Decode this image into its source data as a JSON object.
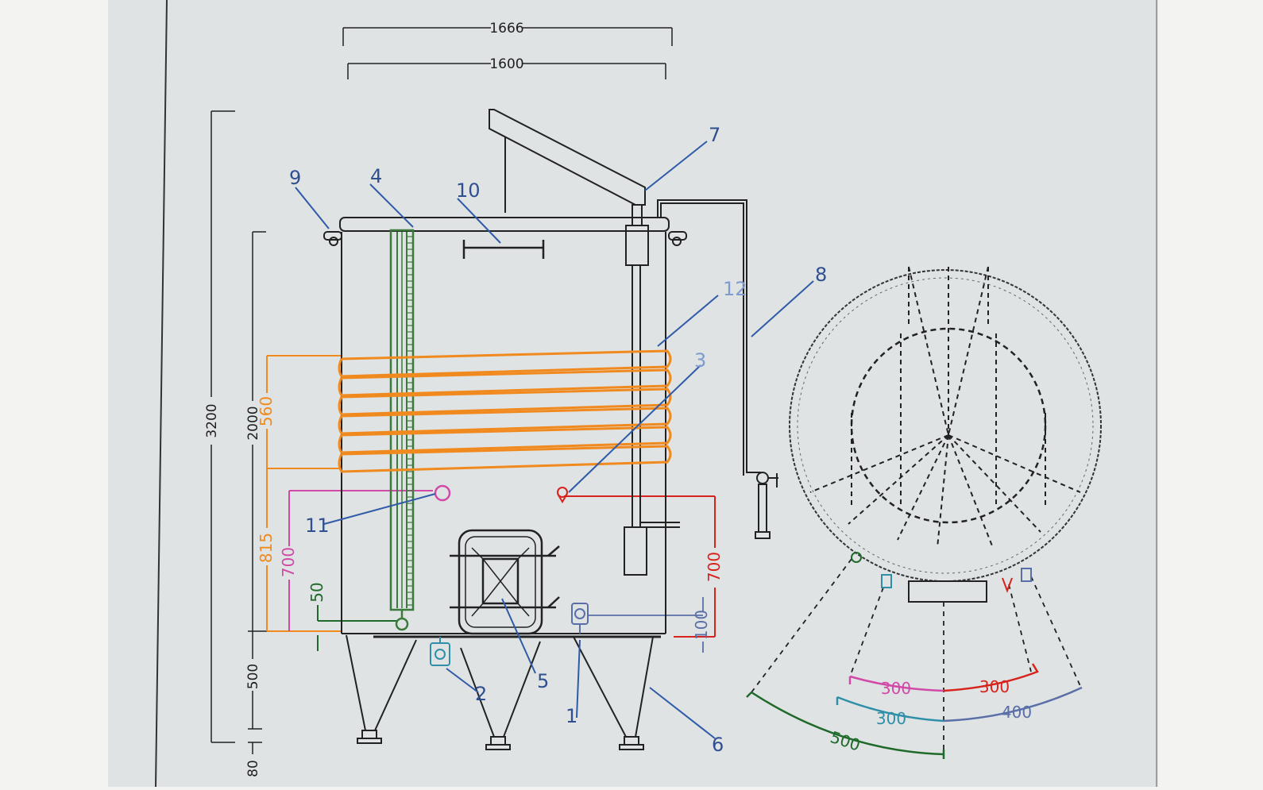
{
  "colors": {
    "paper": "#dfe3e4",
    "margin": "#f3f3f1",
    "line": "#222222",
    "coil": "#f08a1e",
    "level_tube": "#3a7a3a",
    "callout": "#2f5aa8",
    "magenta": "#d14aa8",
    "red": "#d8231d",
    "teal": "#2f8fa8",
    "slate": "#5a6fa8",
    "dark_green": "#1f6a2a"
  },
  "dimensions": {
    "top_outer": "1666",
    "top_inner": "1600",
    "total_height": "3200",
    "shell_height": "2000",
    "leg_height": "500",
    "foot_height": "80",
    "coil_height": "560",
    "coil_bottom": "815",
    "drain_height": "700",
    "level_height": "50",
    "sample_height": "700",
    "outlet_height": "100"
  },
  "callouts": [
    "1",
    "2",
    "3",
    "4",
    "5",
    "6",
    "7",
    "8",
    "9",
    "10",
    "11",
    "12"
  ],
  "plan_arcs": {
    "magenta": "300",
    "red": "300",
    "teal": "300",
    "slate": "400",
    "green": "500"
  }
}
